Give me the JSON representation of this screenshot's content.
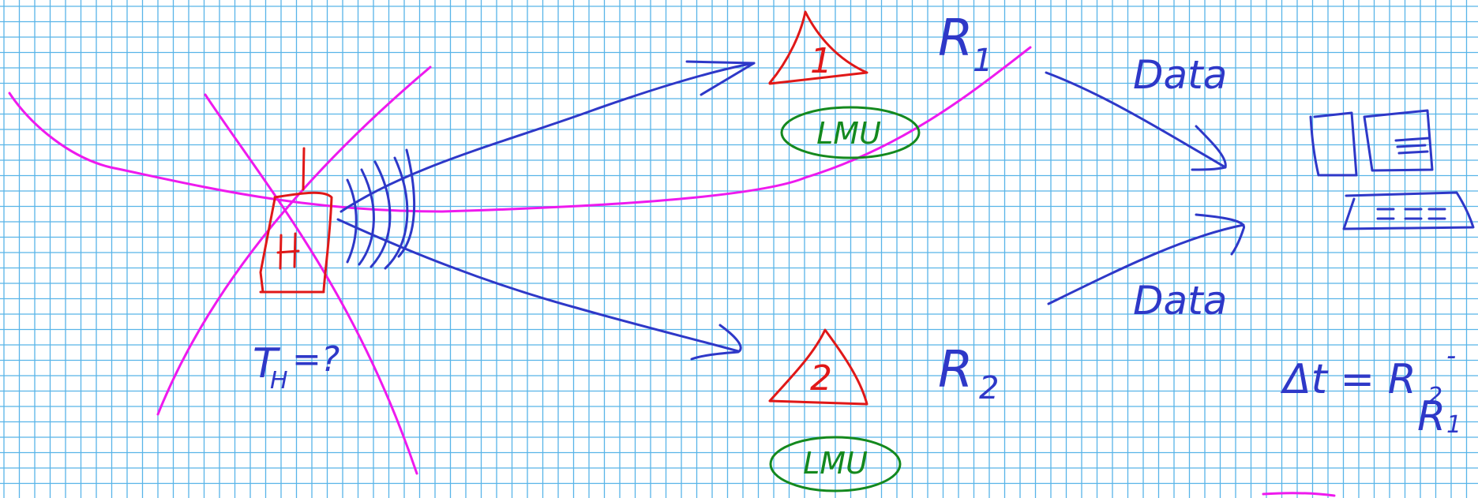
{
  "colors": {
    "grid": "#58b4e8",
    "background": "#ffffff",
    "blue_ink": "#2e38c8",
    "red_ink": "#e01818",
    "green_ink": "#14891e",
    "magenta_ink": "#ee1aee"
  },
  "labels": {
    "house_letter": "H",
    "temperature_question": "T",
    "temperature_subscript": "H",
    "temperature_rest": "=?",
    "receiver1_number": "1",
    "receiver2_number": "2",
    "receiver1_module": "LMU",
    "receiver2_module": "LMU",
    "r1_letter": "R",
    "r1_subscript": "1",
    "r2_letter": "R",
    "r2_subscript": "2",
    "data_top": "Data",
    "data_bottom": "Data",
    "delta_formula": "Δt = R",
    "delta_sub2": "2",
    "delta_minus": "-",
    "delta_r1": "R",
    "delta_sub1": "1"
  },
  "icons": {
    "transmitter_waves": "radio-waves-icon",
    "receiver_triangle": "triangle-antenna-icon",
    "computer": "computer-icon"
  }
}
